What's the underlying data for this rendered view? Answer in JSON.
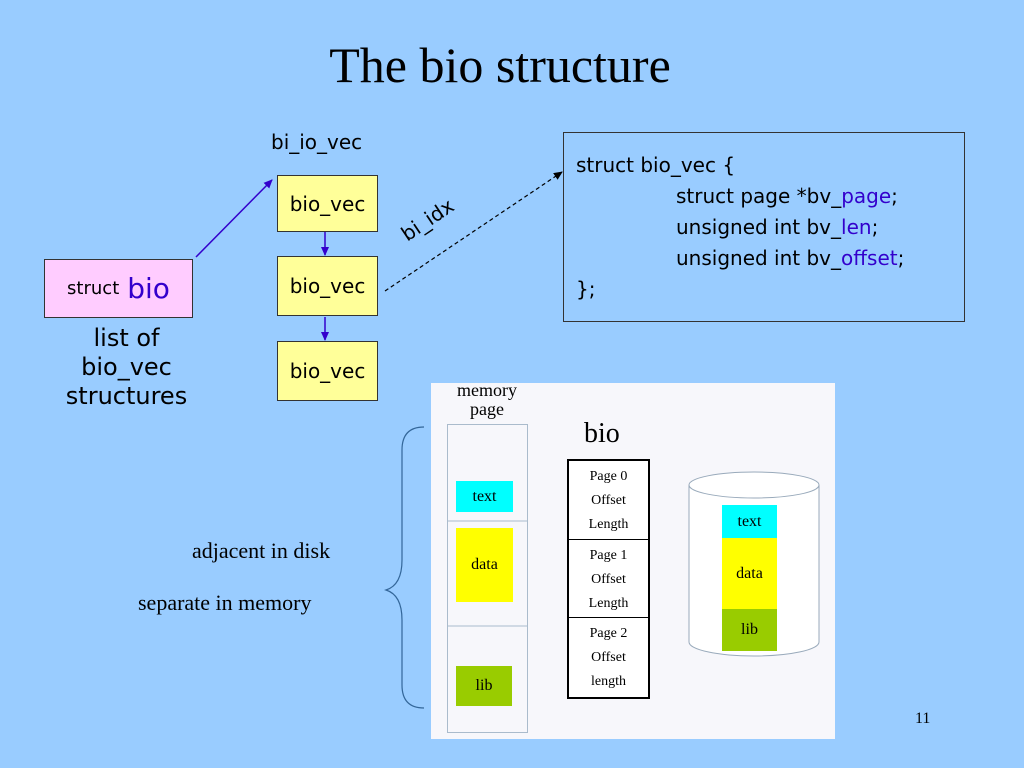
{
  "title": "The bio structure",
  "bi_io_vec_label": "bi_io_vec",
  "bio_vec_boxes": [
    "bio_vec",
    "bio_vec",
    "bio_vec"
  ],
  "struct_bio": {
    "keyword": "struct",
    "name": "bio"
  },
  "list_caption": [
    "list of",
    "bio_vec",
    "structures"
  ],
  "bi_idx_label": "bi_idx",
  "code": {
    "line1": "struct bio_vec {",
    "line2_prefix": "struct page *bv_",
    "line2_hl": "page",
    "line2_suffix": ";",
    "line3_prefix": "unsigned int bv_",
    "line3_hl": "len",
    "line3_suffix": ";",
    "line4_prefix": "unsigned int bv_",
    "line4_hl": "offset",
    "line4_suffix": ";",
    "line5": "};"
  },
  "memory_page_label": [
    "memory",
    "page"
  ],
  "memory_blocks": [
    "text",
    "data",
    "lib"
  ],
  "bio_label": "bio",
  "bio_pages": [
    [
      "Page 0",
      "Offset",
      "Length"
    ],
    [
      "Page 1",
      "Offset",
      "Length"
    ],
    [
      "Page 2",
      "Offset",
      "length"
    ]
  ],
  "disk_blocks": [
    "text",
    "data",
    "lib"
  ],
  "brace_labels": {
    "top": "adjacent in disk",
    "bottom": "separate in memory"
  },
  "page_number": "11",
  "colors": {
    "background": "#99ccff",
    "bio_vec": "#ffff99",
    "struct_bio": "#ffccff",
    "text_block": "#00ffff",
    "data_block": "#ffff00",
    "lib_block": "#99cc00",
    "highlight": "#3300cc",
    "arrow": "#3300cc"
  }
}
